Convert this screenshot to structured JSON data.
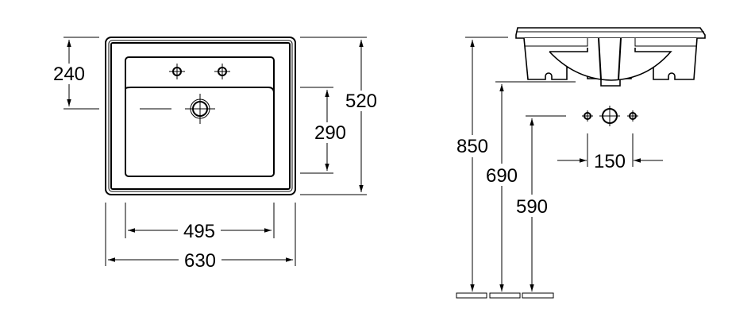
{
  "dimensions": {
    "top_view": {
      "tap_hole_depth": "240",
      "overall_depth": "520",
      "bowl_depth": "290",
      "bowl_width": "495",
      "overall_width": "630"
    },
    "side_view": {
      "rim_height": "850",
      "underside_height": "690",
      "waste_height": "590",
      "tap_hole_spacing": "150"
    }
  },
  "colors": {
    "line": "#000000",
    "background": "#ffffff"
  }
}
